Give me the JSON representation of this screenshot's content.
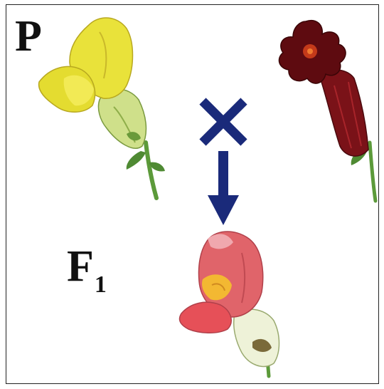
{
  "labels": {
    "parent": "P",
    "filial_letter": "F",
    "filial_subscript": "1"
  },
  "symbols": {
    "cross": "×"
  },
  "colors": {
    "symbol_blue": "#1a2a7a",
    "yellow_flower": "#e9e23a",
    "dark_red_flower": "#6e0f14",
    "pink_flower": "#e0646a",
    "stem_green": "#5c9a3a"
  },
  "icons": [
    "yellow-snapdragon-icon",
    "dark-red-snapdragon-icon",
    "pink-snapdragon-icon",
    "cross-icon",
    "down-arrow-icon"
  ]
}
